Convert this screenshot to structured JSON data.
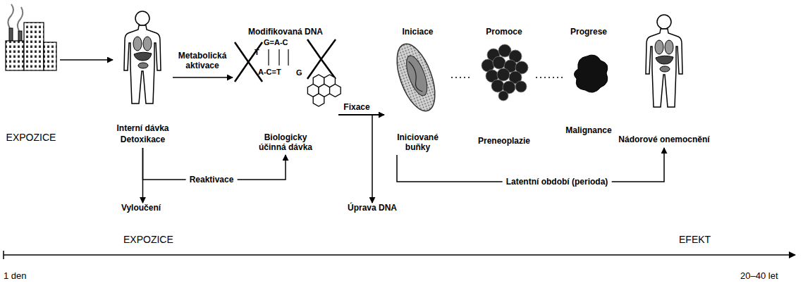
{
  "diagram": {
    "nodes": [
      {
        "text": [
          "EXPOZICE"
        ]
      },
      {
        "text": [
          "Interní dávka",
          "Detoxikace"
        ]
      },
      {
        "text": [
          "Modifikovaná DNA",
          "Biologicky účinná dávka"
        ]
      },
      {
        "text": [
          "Iniciace",
          "Iniciované buňky"
        ]
      },
      {
        "text": [
          "Promoce",
          "Preneoplazie"
        ]
      },
      {
        "text": [
          "Progrese",
          "Malignance"
        ]
      },
      {
        "text": [
          "Nádorové onemocnění"
        ]
      },
      {
        "text": [
          "Vyloučení"
        ]
      },
      {
        "text": [
          "Úprava DNA"
        ]
      }
    ],
    "edges": [
      {
        "from": 0,
        "to": 1,
        "arrow": "to"
      },
      {
        "from": 1,
        "to": 2,
        "label": "Metabolická aktivace",
        "arrow": "to"
      },
      {
        "from": 1,
        "to": 2,
        "label": "Reaktivace",
        "arrow": "to"
      },
      {
        "from": 1,
        "to": 7,
        "arrow": "to"
      },
      {
        "from": 2,
        "to": 3,
        "label": "Fixace",
        "arrow": "to"
      },
      {
        "from": 2,
        "to": 8,
        "arrow": "to"
      },
      {
        "from": 3,
        "to": 4,
        "arrow": "none"
      },
      {
        "from": 4,
        "to": 5,
        "arrow": "none"
      },
      {
        "from": 3,
        "to": 6,
        "label": "Latentní období (perioda)",
        "arrow": "to"
      }
    ],
    "labels": [
      "T",
      "G=A-C",
      "A-C=T",
      "G",
      "EXPOZICE",
      "EFEKT",
      "1 den",
      "20–40 let"
    ]
  }
}
